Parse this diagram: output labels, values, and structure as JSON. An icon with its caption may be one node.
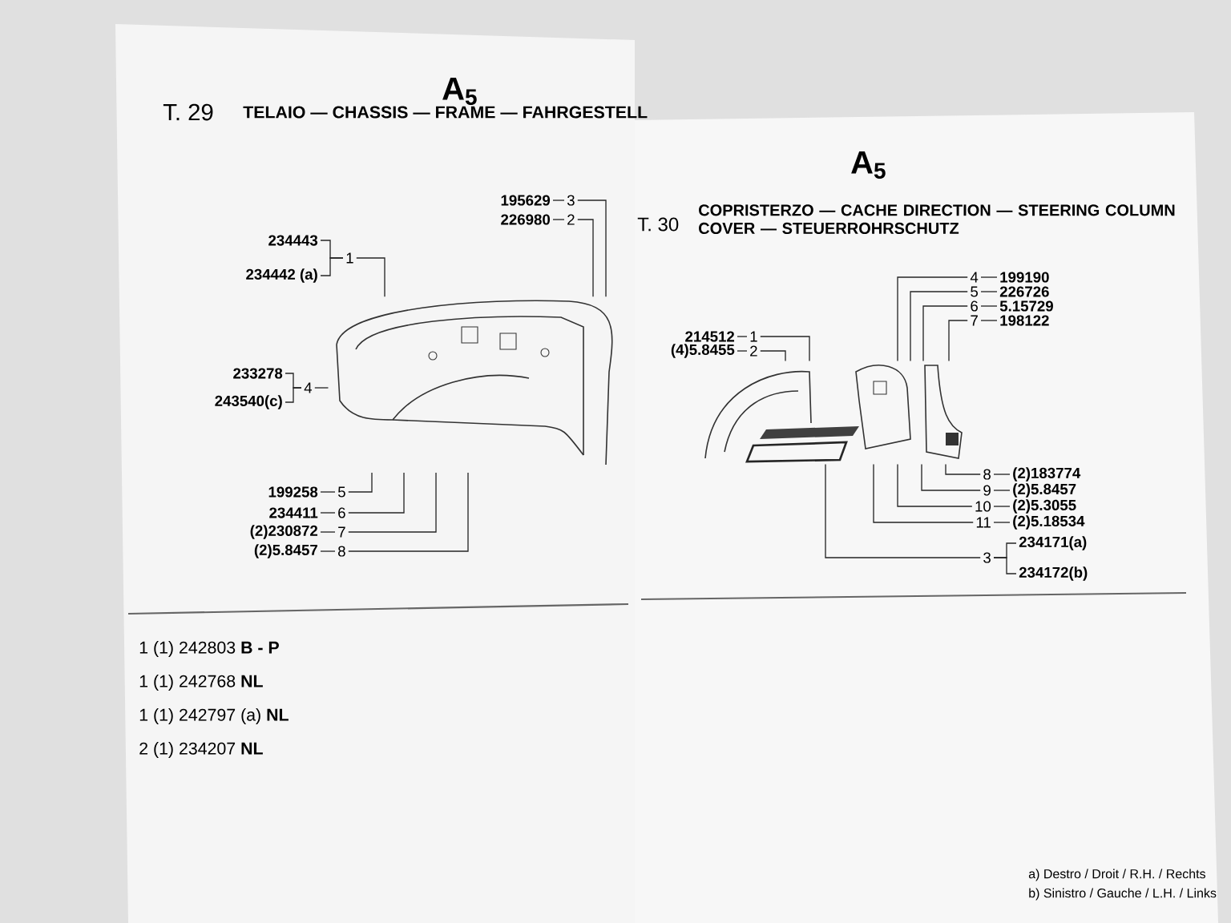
{
  "diagram": {
    "nodes": [
      {
        "text": [
          "234443"
        ]
      },
      {
        "text": [
          "234442 (a)"
        ]
      },
      {
        "text": [
          "1"
        ]
      },
      {
        "text": [
          "195629"
        ]
      },
      {
        "text": [
          "3"
        ]
      },
      {
        "text": [
          "226980"
        ]
      },
      {
        "text": [
          "2"
        ]
      },
      {
        "text": [
          "233278"
        ]
      },
      {
        "text": [
          "243540(c)"
        ]
      },
      {
        "text": [
          "4"
        ]
      },
      {
        "text": [
          "199258"
        ]
      },
      {
        "text": [
          "5"
        ]
      },
      {
        "text": [
          "234411"
        ]
      },
      {
        "text": [
          "6"
        ]
      },
      {
        "text": [
          "(2)230872"
        ]
      },
      {
        "text": [
          "7"
        ]
      },
      {
        "text": [
          "(2)5.8457"
        ]
      },
      {
        "text": [
          "8"
        ]
      },
      {
        "text": [],
        "shape": "picture"
      },
      {
        "text": [
          "214512"
        ]
      },
      {
        "text": [
          "1"
        ]
      },
      {
        "text": [
          "(4)5.8455"
        ]
      },
      {
        "text": [
          "2"
        ]
      },
      {
        "text": [
          "4"
        ]
      },
      {
        "text": [
          "199190"
        ]
      },
      {
        "text": [
          "5"
        ]
      },
      {
        "text": [
          "226726"
        ]
      },
      {
        "text": [
          "6"
        ]
      },
      {
        "text": [
          "5.15729"
        ]
      },
      {
        "text": [
          "7"
        ]
      },
      {
        "text": [
          "198122"
        ]
      },
      {
        "text": [
          "8"
        ]
      },
      {
        "text": [
          "(2)183774"
        ]
      },
      {
        "text": [
          "9"
        ]
      },
      {
        "text": [
          "(2)5.8457"
        ]
      },
      {
        "text": [
          "10"
        ]
      },
      {
        "text": [
          "(2)5.3055"
        ]
      },
      {
        "text": [
          "11"
        ]
      },
      {
        "text": [
          "(2)5.18534"
        ]
      },
      {
        "text": [
          "3"
        ]
      },
      {
        "text": [
          "234171(a)"
        ]
      },
      {
        "text": [
          "234172(b)"
        ]
      },
      {
        "text": [],
        "shape": "picture"
      }
    ],
    "edges": [
      {
        "from": 0,
        "to": 2,
        "arrow": "none"
      },
      {
        "from": 1,
        "to": 2,
        "arrow": "none"
      },
      {
        "from": 2,
        "to": 18,
        "arrow": "none"
      },
      {
        "from": 3,
        "to": 4,
        "arrow": "none"
      },
      {
        "from": 4,
        "to": 18,
        "arrow": "none"
      },
      {
        "from": 5,
        "to": 6,
        "arrow": "none"
      },
      {
        "from": 6,
        "to": 18,
        "arrow": "none"
      },
      {
        "from": 7,
        "to": 9,
        "arrow": "none"
      },
      {
        "from": 8,
        "to": 9,
        "arrow": "none"
      },
      {
        "from": 9,
        "to": 18,
        "arrow": "none"
      },
      {
        "from": 10,
        "to": 11,
        "arrow": "none"
      },
      {
        "from": 11,
        "to": 18,
        "arrow": "none"
      },
      {
        "from": 12,
        "to": 13,
        "arrow": "none"
      },
      {
        "from": 13,
        "to": 18,
        "arrow": "none"
      },
      {
        "from": 14,
        "to": 15,
        "arrow": "none"
      },
      {
        "from": 15,
        "to": 18,
        "arrow": "none"
      },
      {
        "from": 16,
        "to": 17,
        "arrow": "none"
      },
      {
        "from": 17,
        "to": 18,
        "arrow": "none"
      },
      {
        "from": 19,
        "to": 20,
        "arrow": "none"
      },
      {
        "from": 20,
        "to": 42,
        "arrow": "none"
      },
      {
        "from": 21,
        "to": 22,
        "arrow": "none"
      },
      {
        "from": 22,
        "to": 42,
        "arrow": "none"
      },
      {
        "from": 24,
        "to": 23,
        "arrow": "none"
      },
      {
        "from": 23,
        "to": 42,
        "arrow": "none"
      },
      {
        "from": 26,
        "to": 25,
        "arrow": "none"
      },
      {
        "from": 25,
        "to": 42,
        "arrow": "none"
      },
      {
        "from": 28,
        "to": 27,
        "arrow": "none"
      },
      {
        "from": 27,
        "to": 42,
        "arrow": "none"
      },
      {
        "from": 30,
        "to": 29,
        "arrow": "none"
      },
      {
        "from": 29,
        "to": 42,
        "arrow": "none"
      },
      {
        "from": 32,
        "to": 31,
        "arrow": "none"
      },
      {
        "from": 31,
        "to": 42,
        "arrow": "none"
      },
      {
        "from": 34,
        "to": 33,
        "arrow": "none"
      },
      {
        "from": 33,
        "to": 42,
        "arrow": "none"
      },
      {
        "from": 36,
        "to": 35,
        "arrow": "none"
      },
      {
        "from": 35,
        "to": 42,
        "arrow": "none"
      },
      {
        "from": 38,
        "to": 37,
        "arrow": "none"
      },
      {
        "from": 37,
        "to": 42,
        "arrow": "none"
      },
      {
        "from": 40,
        "to": 39,
        "arrow": "none"
      },
      {
        "from": 41,
        "to": 39,
        "arrow": "none"
      },
      {
        "from": 39,
        "to": 42,
        "arrow": "none"
      }
    ],
    "labels": [
      "A$_{5}$",
      "T. 29",
      "TELAIO — CHASSIS — FRAME — FAHRGESTELL",
      "1 (1) 242803 **B - P**",
      "1 (1) 242768 **NL**",
      "1 (1) 242797 (a) **NL**",
      "2 (1) 234207 **NL**",
      "A$_{5}$",
      "T. 30",
      "COPRISTERZO — CACHE DIRECTION — STEERING COLUMN COVER — STEUERROHRSCHUTZ",
      "a) Destro / Droit / R.H. / Rechts",
      "b) Sinistro / Gauche / L.H. / Links"
    ]
  }
}
